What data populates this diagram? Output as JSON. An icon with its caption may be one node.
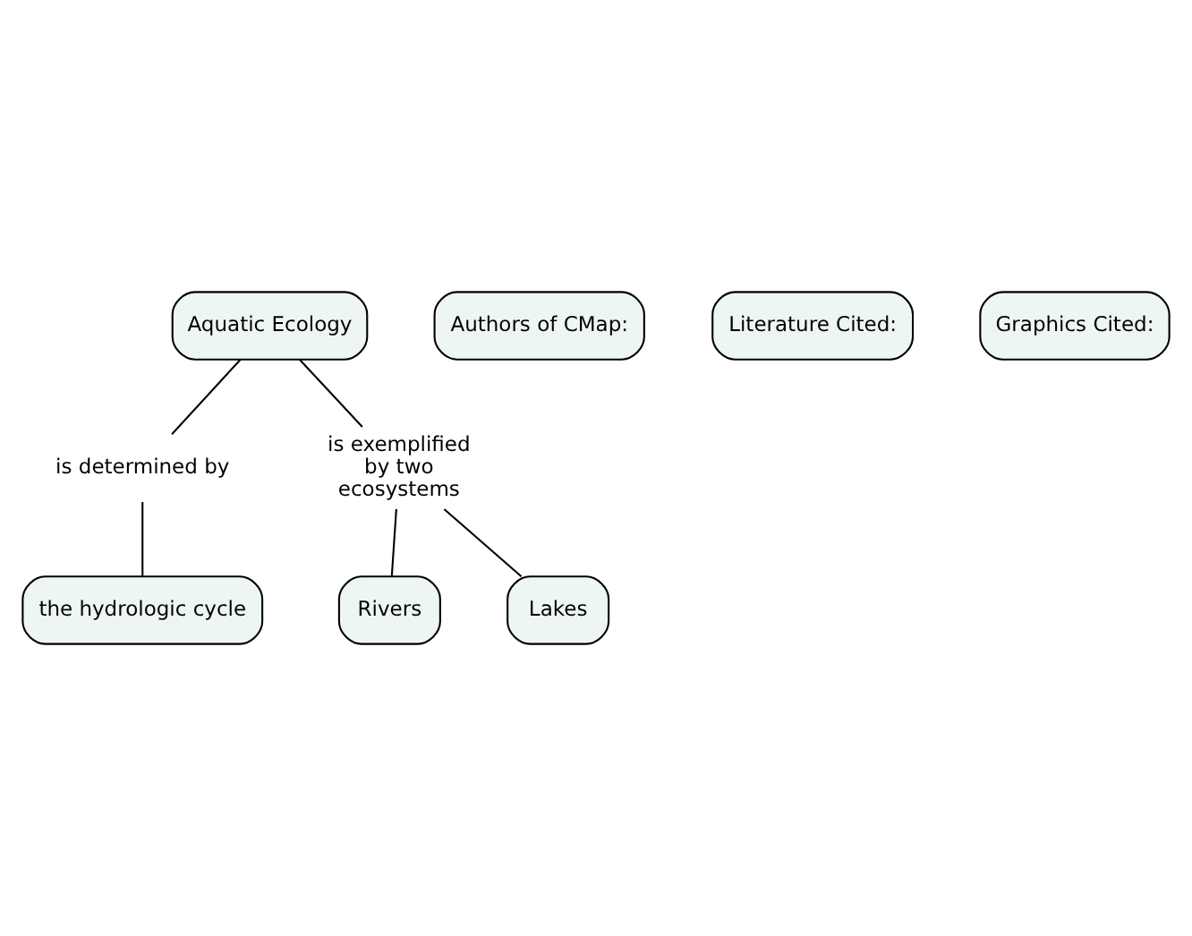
{
  "diagram": {
    "nodes": [
      {
        "text": [
          "Aquatic Ecology"
        ]
      },
      {
        "text": [
          "is determined by"
        ]
      },
      {
        "text": [
          "is exemplified by two ecosystems"
        ]
      },
      {
        "text": [
          "the hydrologic cycle"
        ]
      },
      {
        "text": [
          "Rivers"
        ]
      },
      {
        "text": [
          "Lakes"
        ]
      },
      {
        "text": [
          "Authors of CMap:"
        ]
      },
      {
        "text": [
          "Literature Cited:"
        ]
      },
      {
        "text": [
          "Graphics Cited:"
        ]
      }
    ],
    "edges": [
      {
        "from": 0,
        "to": 1,
        "arrow": "none"
      },
      {
        "from": 1,
        "to": 3,
        "arrow": "none"
      },
      {
        "from": 0,
        "to": 2,
        "arrow": "none"
      },
      {
        "from": 2,
        "to": 4,
        "arrow": "none"
      },
      {
        "from": 2,
        "to": 5,
        "arrow": "none"
      }
    ]
  }
}
